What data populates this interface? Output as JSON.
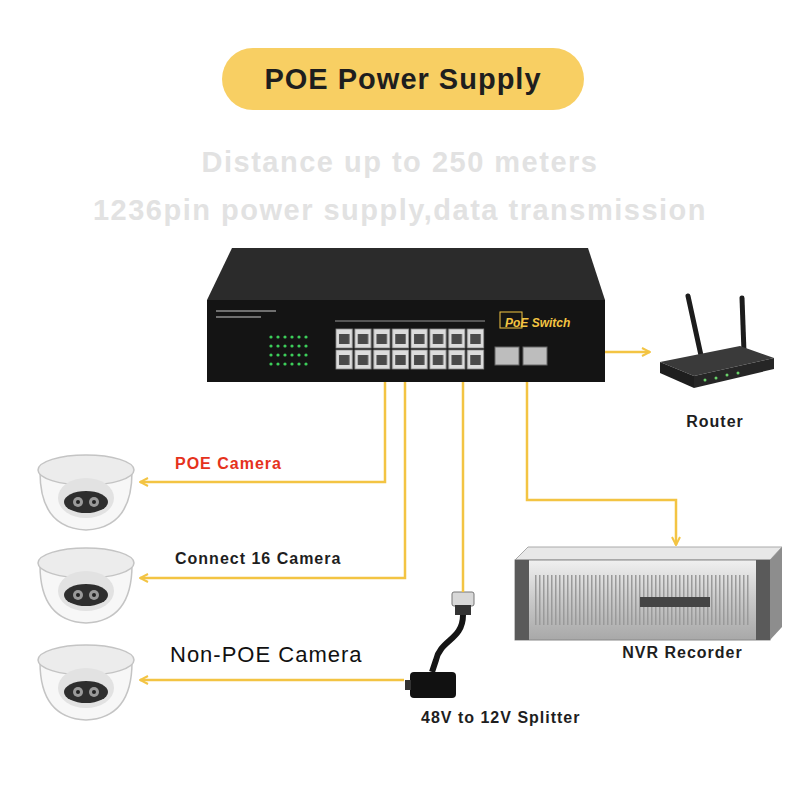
{
  "diagram": {
    "title": "POE Power Supply",
    "nodes": [
      {
        "text": [
          "PoE Switch"
        ]
      },
      {
        "text": [
          "Router"
        ]
      },
      {
        "text": [
          "POE Camera"
        ]
      },
      {
        "text": [
          "Connect 16 Camera"
        ]
      },
      {
        "text": [
          "NVR Recorder"
        ]
      },
      {
        "text": [
          "Non-POE Camera"
        ]
      },
      {
        "text": [
          "48V to 12V Splitter"
        ]
      }
    ],
    "edges": [
      {
        "from": 0,
        "to": 2,
        "arrow": "to"
      },
      {
        "from": 0,
        "to": 3,
        "arrow": "to"
      },
      {
        "from": 0,
        "to": 6,
        "arrow": "none"
      },
      {
        "from": 6,
        "to": 5,
        "arrow": "to"
      },
      {
        "from": 0,
        "to": 1,
        "arrow": "to"
      },
      {
        "from": 0,
        "to": 4,
        "arrow": "to"
      }
    ],
    "labels": [
      "Distance up to 250 meters",
      "1236pin power supply,data transmission"
    ]
  }
}
